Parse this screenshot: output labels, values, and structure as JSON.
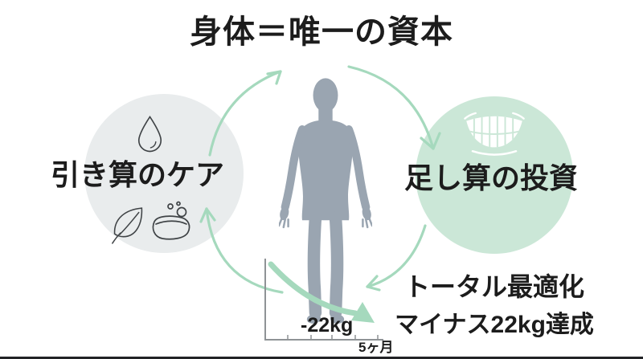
{
  "diagram": {
    "title": "身体＝唯一の資本",
    "left_circle": {
      "label": "引き算のケア",
      "icons": [
        "water-drop-icon",
        "leaf-icon",
        "soap-bubbles-icon"
      ]
    },
    "right_circle": {
      "label": "足し算の投資",
      "icons": [
        "smile-teeth-icon"
      ]
    },
    "center_figure": "human-body-silhouette",
    "result": {
      "line1": "トータル最適化",
      "line2": "マイナス22kg達成"
    },
    "mini_chart": {
      "type": "line",
      "trend": "decreasing",
      "data_label": "-22kg",
      "x_axis_label": "5ヶ月"
    },
    "colors": {
      "arrow_green": "#a5d9bd",
      "left_circle_fill": "#e9eced",
      "right_circle_fill": "#cbe7d7",
      "body_silhouette": "#9aa5b1",
      "text": "#1c1c1c",
      "axis_gray": "#8f9396",
      "icon_stroke": "#3f4346"
    }
  }
}
